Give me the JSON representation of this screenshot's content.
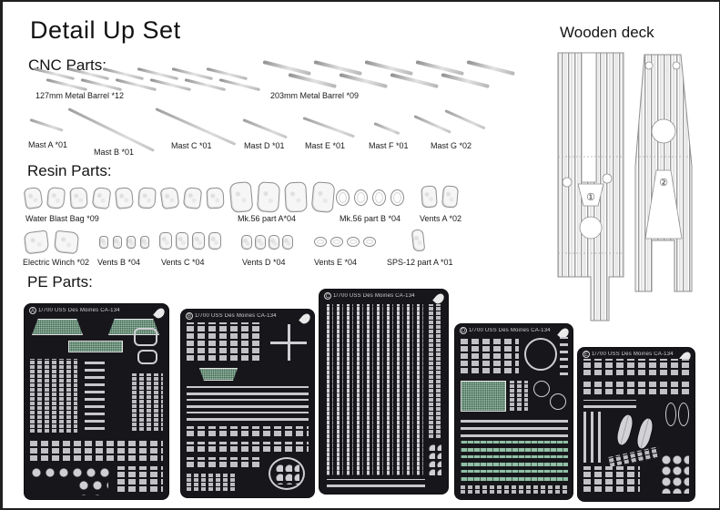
{
  "page": {
    "title": "Detail Up Set"
  },
  "sections": {
    "cnc": "CNC Parts:",
    "resin": "Resin Parts:",
    "pe": "PE Parts:",
    "wooden_deck": "Wooden deck"
  },
  "cnc_parts": {
    "barrels": [
      {
        "label": "127mm Metal Barrel *12",
        "count": 12
      },
      {
        "label": "203mm Metal Barrel *09",
        "count": 9
      }
    ],
    "masts": [
      {
        "label": "Mast A *01"
      },
      {
        "label": "Mast B *01"
      },
      {
        "label": "Mast C *01"
      },
      {
        "label": "Mast D *01"
      },
      {
        "label": "Mast E *01"
      },
      {
        "label": "Mast F *01"
      },
      {
        "label": "Mast G *02"
      }
    ]
  },
  "resin_parts": {
    "row1": [
      {
        "label": "Water Blast Bag *09",
        "count": 9
      },
      {
        "label": "Mk.56 part A*04",
        "count": 4
      },
      {
        "label": "Mk.56 part B *04",
        "count": 4
      },
      {
        "label": "Vents A *02",
        "count": 2
      }
    ],
    "row2": [
      {
        "label": "Electric Winch *02",
        "count": 2
      },
      {
        "label": "Vents B *04",
        "count": 4
      },
      {
        "label": "Vents C *04",
        "count": 4
      },
      {
        "label": "Vents D *04",
        "count": 4
      },
      {
        "label": "Vents E *04",
        "count": 4
      },
      {
        "label": "SPS-12 part A *01",
        "count": 1
      }
    ]
  },
  "pe_parts": {
    "plates": [
      {
        "letter": "A",
        "title": "1/700 USS Des Moines CA-134"
      },
      {
        "letter": "B",
        "title": "1/700 USS Des Moines CA-134"
      },
      {
        "letter": "C",
        "title": "1/700 USS Des Moines CA-134"
      },
      {
        "letter": "D",
        "title": "1/700 USS Des Moines CA-134"
      },
      {
        "letter": "E",
        "title": "1/700 USS Des Moines CA-134"
      }
    ]
  },
  "wooden_deck": {
    "pieces": [
      {
        "number": "①"
      },
      {
        "number": "②"
      }
    ]
  },
  "colors": {
    "plate_background": "#17171b",
    "etch_metal": "#c9c9cd",
    "etch_mesh_green": "#9cc3ab",
    "line_art": "#9a9a9a",
    "page_background": "#ffffff"
  }
}
